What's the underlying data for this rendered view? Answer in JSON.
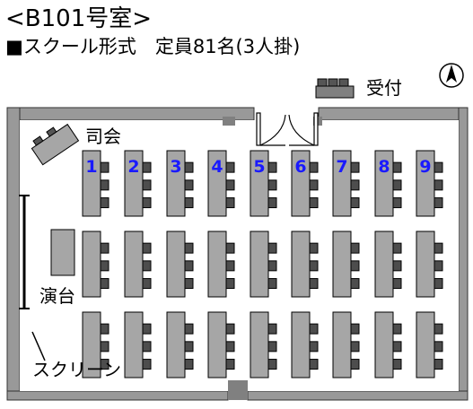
{
  "title": "<B101号室>",
  "subtitle": "■スクール形式　定員81名(3人掛)",
  "labels": {
    "reception": "受付",
    "host": "司会",
    "podium": "演台",
    "screen": "スクリーン"
  },
  "table_numbers": [
    "1",
    "2",
    "3",
    "4",
    "5",
    "6",
    "7",
    "8",
    "9"
  ],
  "colors": {
    "table_fill": "#a6a6a6",
    "wall_fill": "#999999",
    "number_color": "#1a1aff"
  }
}
